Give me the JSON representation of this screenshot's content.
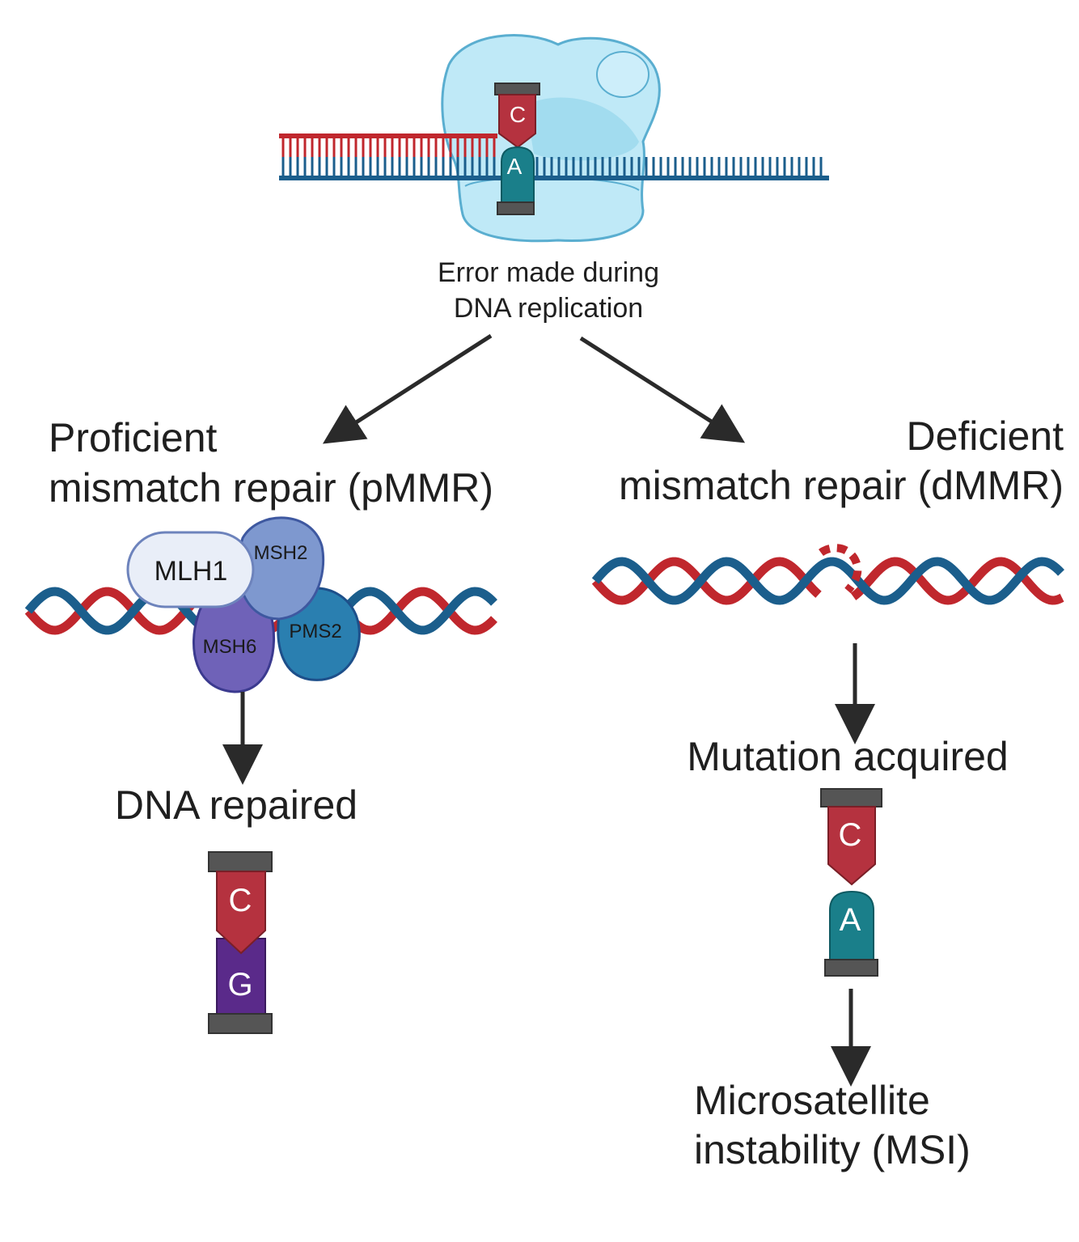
{
  "top": {
    "caption_line1": "Error made during",
    "caption_line2": "DNA replication",
    "base_top": "C",
    "base_bottom": "A"
  },
  "left": {
    "title_line1": "Proficient",
    "title_line2": "mismatch repair (pMMR)",
    "proteins": {
      "mlh1": "MLH1",
      "msh2": "MSH2",
      "msh6": "MSH6",
      "pms2": "PMS2"
    },
    "result": "DNA repaired",
    "base_top": "C",
    "base_bottom": "G"
  },
  "right": {
    "title_line1": "Deficient",
    "title_line2": "mismatch repair (dMMR)",
    "step1": "Mutation acquired",
    "base_top": "C",
    "base_bottom": "A",
    "step2_line1": "Microsatellite",
    "step2_line2": "instability (MSI)"
  },
  "colors": {
    "strand_red": "#c0272d",
    "strand_blue": "#1b5e8c",
    "base_c": "#b5323f",
    "base_a": "#1a7f8a",
    "base_g": "#5a2a8a",
    "polymerase": "#bfe9f7",
    "arrow": "#2a2a2a"
  }
}
